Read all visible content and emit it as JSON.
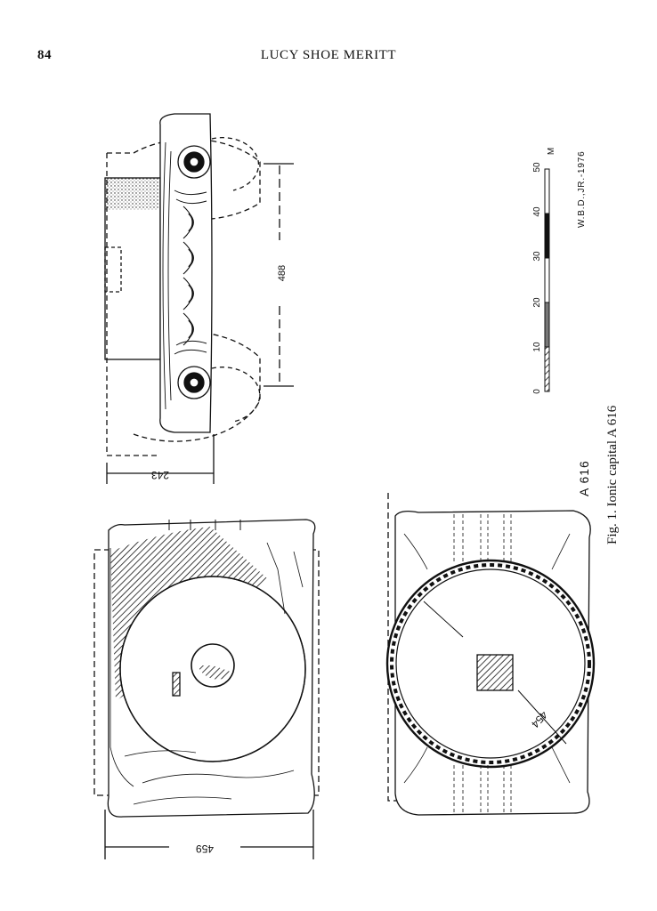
{
  "header": {
    "page_number": "84",
    "running_title": "LUCY SHOE MERITT"
  },
  "figure": {
    "caption_prefix": "Fig. 1.",
    "caption_text": "Ionic capital A 616",
    "object_id": "A 616",
    "draftsman_credit": "W.B.D.,JR.-1976",
    "dimensions": {
      "volute_spacing": "488",
      "height": "243",
      "abacus_width": "459",
      "echinus_diameter": "454"
    },
    "scale": {
      "unit": "M",
      "ticks": [
        "0",
        "10",
        "20",
        "30",
        "40",
        "50"
      ]
    }
  }
}
